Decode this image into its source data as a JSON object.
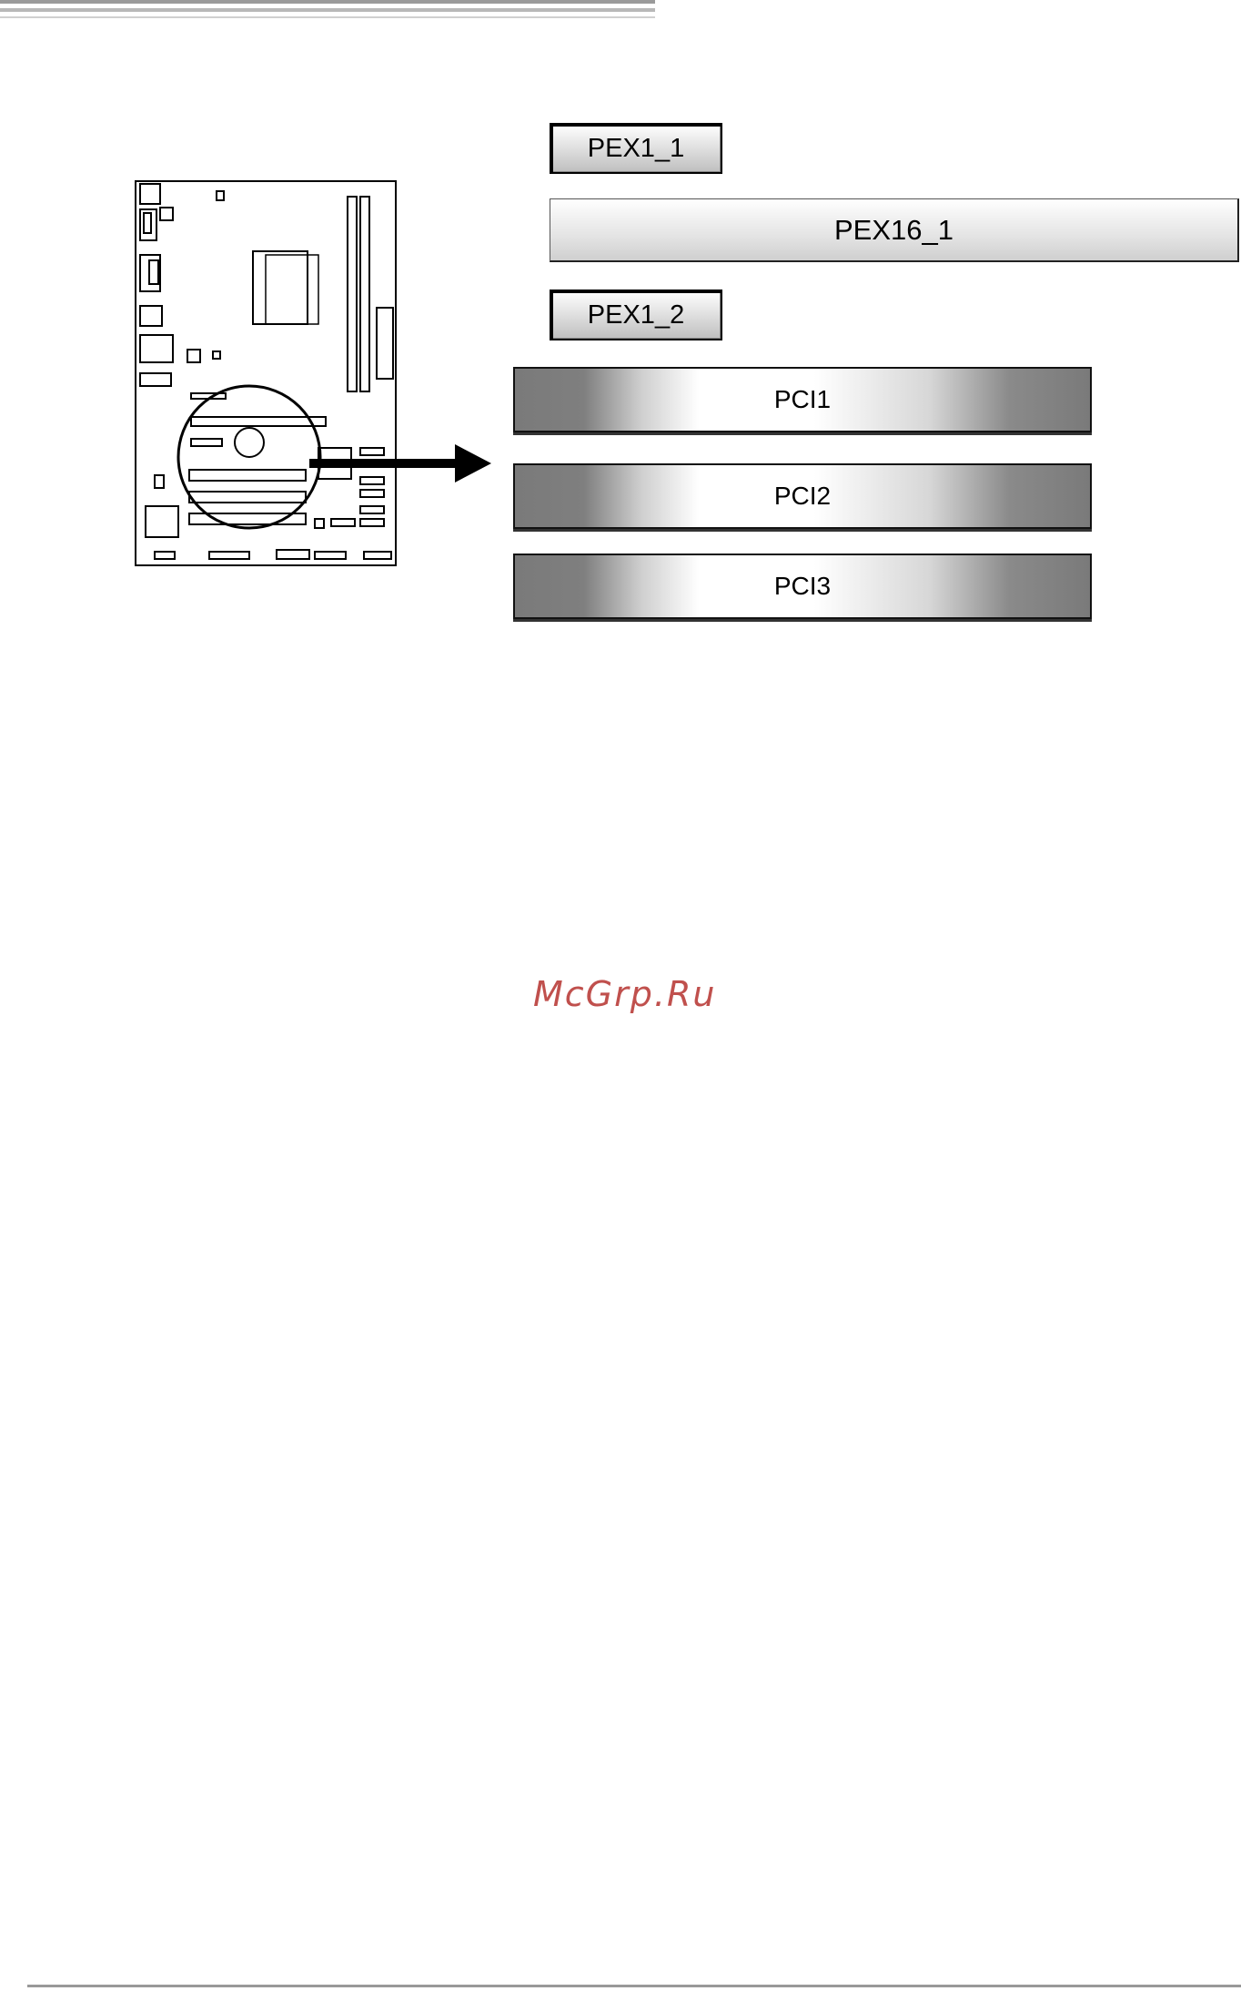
{
  "slots": {
    "pex1_1": "PEX1_1",
    "pex16_1": "PEX16_1",
    "pex1_2": "PEX1_2",
    "pci1": "PCI1",
    "pci2": "PCI2",
    "pci3": "PCI3"
  },
  "watermark": "McGrp.Ru",
  "colors": {
    "watermark": "#c0504d",
    "slot_dark": "#7a7a7a"
  }
}
